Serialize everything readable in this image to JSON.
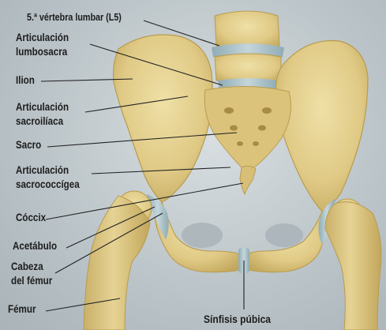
{
  "labels": {
    "l5": "5.ª vértebra lumbar (L5)",
    "lumbosacral_1": "Articulación",
    "lumbosacral_2": "lumbosacra",
    "ilion": "Ilion",
    "sacroiliac_1": "Articulación",
    "sacroiliac_2": "sacroilíaca",
    "sacro": "Sacro",
    "sacrococcygeal_1": "Articulación",
    "sacrococcygeal_2": "sacrococcígea",
    "coccix": "Cóccix",
    "acetabulo": "Acetábulo",
    "cabeza_1": "Cabeza",
    "cabeza_2": "del fémur",
    "femur": "Fémur",
    "sinfisis": "Sínfisis púbica"
  },
  "colors": {
    "bone": "#e3cf8c",
    "bone_shade": "#b89c4e",
    "cartilage": "#9db8c0",
    "leader_line": "#222222",
    "background": "#bcc5c9"
  }
}
